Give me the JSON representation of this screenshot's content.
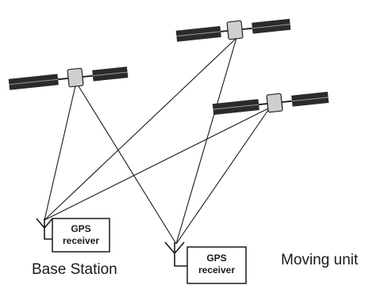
{
  "base": {
    "receiver_line1": "GPS",
    "receiver_line2": "receiver",
    "label": "Base Station"
  },
  "moving": {
    "receiver_line1": "GPS",
    "receiver_line2": "receiver",
    "label": "Moving unit"
  },
  "satellites": [
    "satellite-left",
    "satellite-top-right",
    "satellite-right"
  ],
  "colors": {
    "ink": "#1a1a1a",
    "panel": "#2b2b2b",
    "body": "#cfcfcf"
  }
}
